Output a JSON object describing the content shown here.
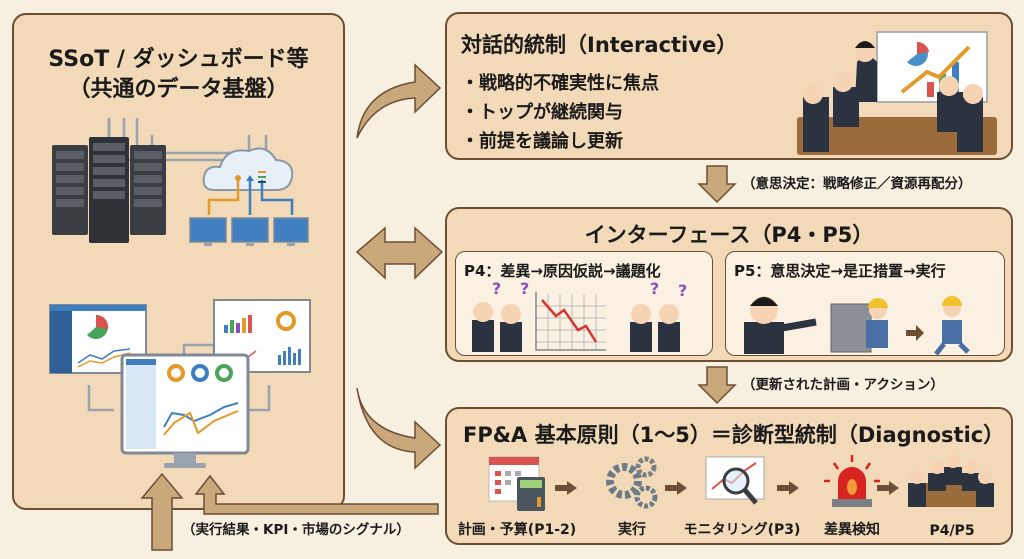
{
  "left_panel": {
    "title_line1": "SSoT / ダッシュボード等",
    "title_line2": "（共通のデータ基盤）",
    "illustrations": [
      "server-rack-icon",
      "cloud-icon",
      "monitor-icon",
      "dashboard-icon"
    ]
  },
  "interactive": {
    "title": "対話的統制（Interactive）",
    "bullets": [
      "・戦略的不確実性に焦点",
      "・トップが継続関与",
      "・前提を議論し更新"
    ],
    "illustration": "meeting-presentation-icon"
  },
  "flow1_label": "（意思決定：戦略修正／資源再配分）",
  "interface": {
    "title": "インターフェース（P4・P5）",
    "p4_title": "P4：差異→原因仮説→議題化",
    "p5_title": "P5：意思決定→是正措置→実行"
  },
  "flow2_label": "（更新された計画・アクション）",
  "diagnostic": {
    "title": "FP&A 基本原則（1〜5）＝診断型統制（Diagnostic）",
    "steps": [
      {
        "label": "計画・予算(P1-2)",
        "icon": "calendar-calculator-icon"
      },
      {
        "label": "実行",
        "icon": "gears-icon"
      },
      {
        "label": "モニタリング(P3)",
        "icon": "chart-magnifier-icon"
      },
      {
        "label": "差異検知",
        "icon": "alarm-light-icon"
      },
      {
        "label": "P4/P5",
        "icon": "meeting-icon"
      }
    ]
  },
  "feedback_label": "（実行結果・KPI・市場のシグナル）",
  "colors": {
    "panel_fill": "#f2d9b8",
    "panel_border": "#6e4e33",
    "arrow_fill": "#c9a97c",
    "background": "#f7efe0"
  }
}
